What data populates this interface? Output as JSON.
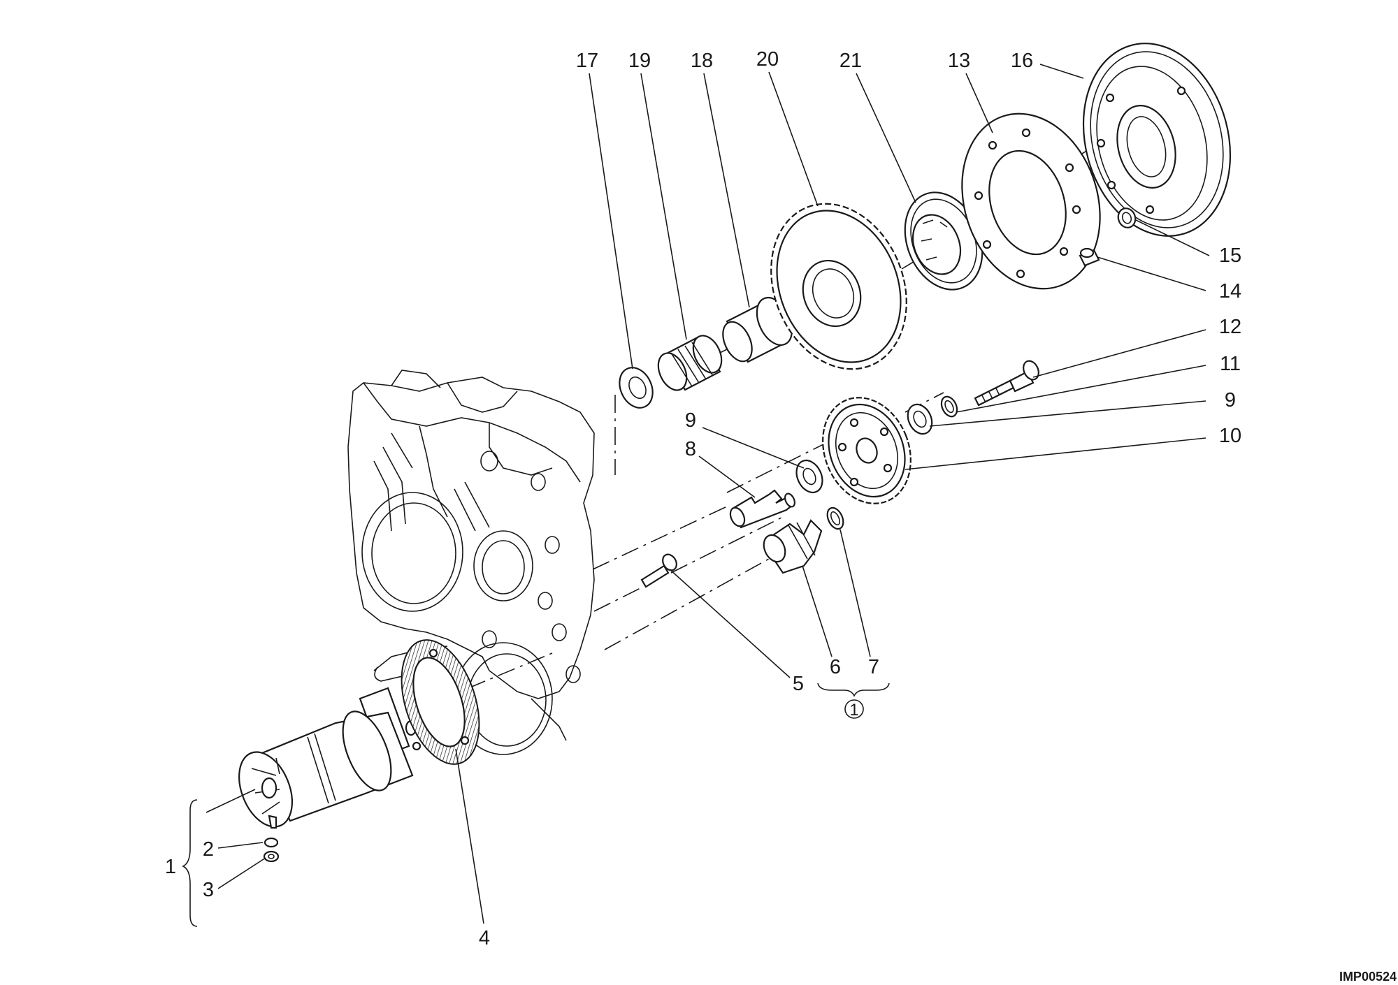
{
  "drawing_code": "IMP00524",
  "callouts": [
    {
      "id": "17",
      "text": "17"
    },
    {
      "id": "19",
      "text": "19"
    },
    {
      "id": "18",
      "text": "18"
    },
    {
      "id": "20",
      "text": "20"
    },
    {
      "id": "21",
      "text": "21"
    },
    {
      "id": "13",
      "text": "13"
    },
    {
      "id": "16",
      "text": "16"
    },
    {
      "id": "15",
      "text": "15"
    },
    {
      "id": "14",
      "text": "14"
    },
    {
      "id": "12",
      "text": "12"
    },
    {
      "id": "11",
      "text": "11"
    },
    {
      "id": "9a",
      "text": "9"
    },
    {
      "id": "10",
      "text": "10"
    },
    {
      "id": "9b",
      "text": "9"
    },
    {
      "id": "8",
      "text": "8"
    },
    {
      "id": "5",
      "text": "5"
    },
    {
      "id": "6",
      "text": "6"
    },
    {
      "id": "7",
      "text": "7"
    },
    {
      "id": "kit",
      "text": "1"
    },
    {
      "id": "1",
      "text": "1"
    },
    {
      "id": "2",
      "text": "2"
    },
    {
      "id": "3",
      "text": "3"
    },
    {
      "id": "4",
      "text": "4"
    }
  ]
}
